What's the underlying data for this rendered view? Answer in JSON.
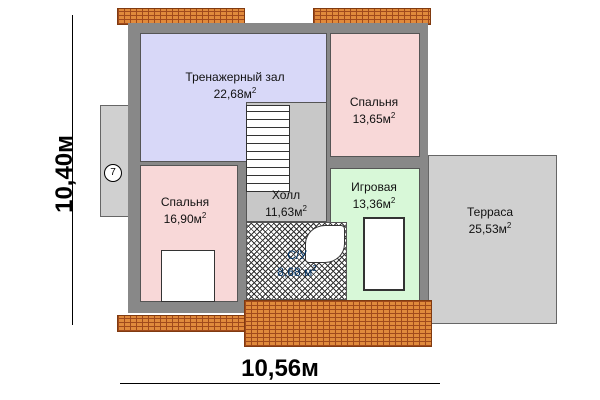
{
  "rooms": [
    {
      "name": "Тренажерный зал",
      "area": "22,68м",
      "color": "#d8d8f8"
    },
    {
      "name": "Спальня",
      "area": "13,65м",
      "color": "#f8d8d8"
    },
    {
      "name": "Спальня",
      "area": "16,90м",
      "color": "#f8d8d8"
    },
    {
      "name": "Холл",
      "area": "11,63м",
      "color": "#c8c8c8"
    },
    {
      "name": "Игровая",
      "area": "13,36м",
      "color": "#d8f8d8"
    },
    {
      "name": "С/У",
      "area": "8,68 м",
      "color": "#ffffff"
    },
    {
      "name": "Терраса",
      "area": "25,53м",
      "color": "#d0d0d0"
    }
  ],
  "axis_marker": "7",
  "dimensions": {
    "height": "10,40м",
    "width": "10,56м"
  },
  "sup": "2"
}
